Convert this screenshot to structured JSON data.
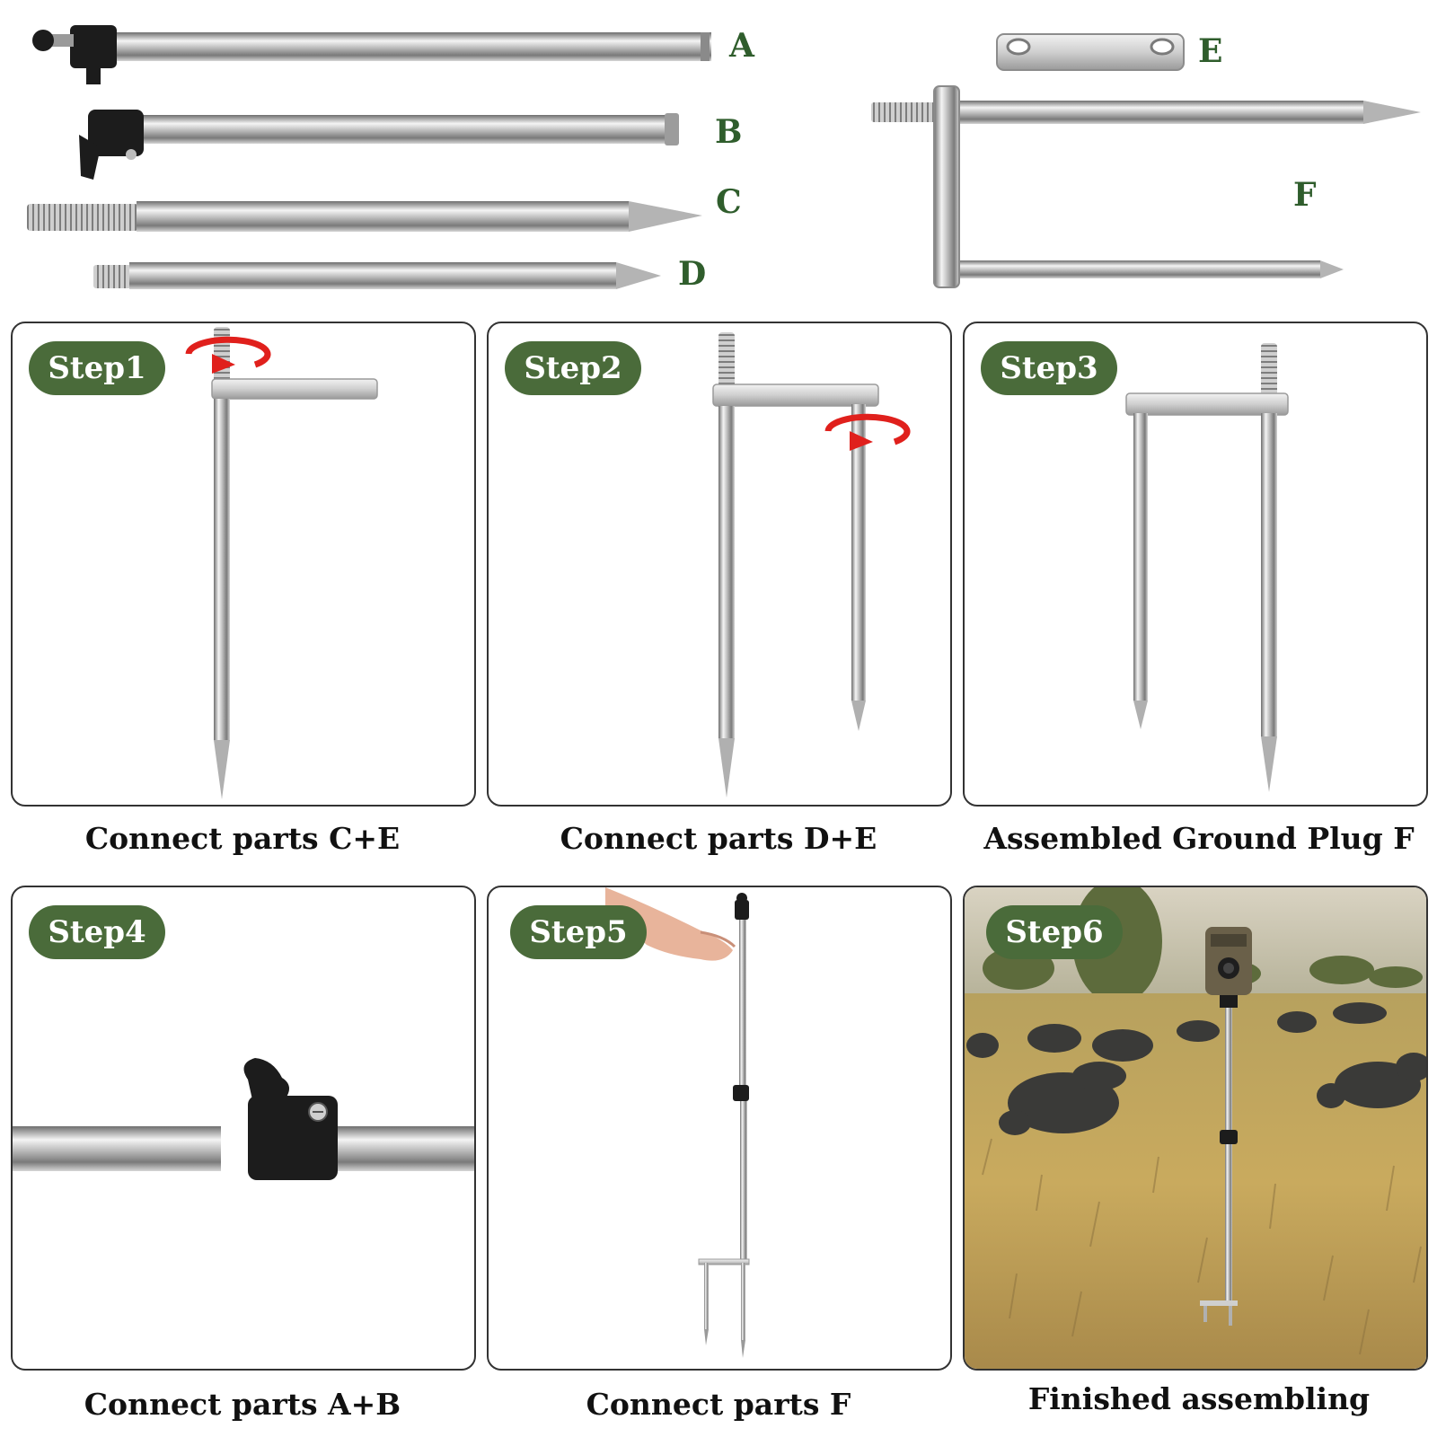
{
  "parts": {
    "a": "A",
    "b": "B",
    "c": "C",
    "d": "D",
    "e": "E",
    "f": "F"
  },
  "steps": [
    {
      "badge": "Step1",
      "caption": "Connect parts C+E"
    },
    {
      "badge": "Step2",
      "caption": "Connect parts D+E"
    },
    {
      "badge": "Step3",
      "caption": "Assembled Ground Plug F"
    },
    {
      "badge": "Step4",
      "caption": "Connect parts A+B"
    },
    {
      "badge": "Step5",
      "caption": "Connect parts F"
    },
    {
      "badge": "Step6",
      "caption": "Finished assembling"
    }
  ],
  "colors": {
    "badge_bg": "#4a6b3a",
    "label_green": "#2f5d2c",
    "arrow_red": "#e0201c"
  }
}
